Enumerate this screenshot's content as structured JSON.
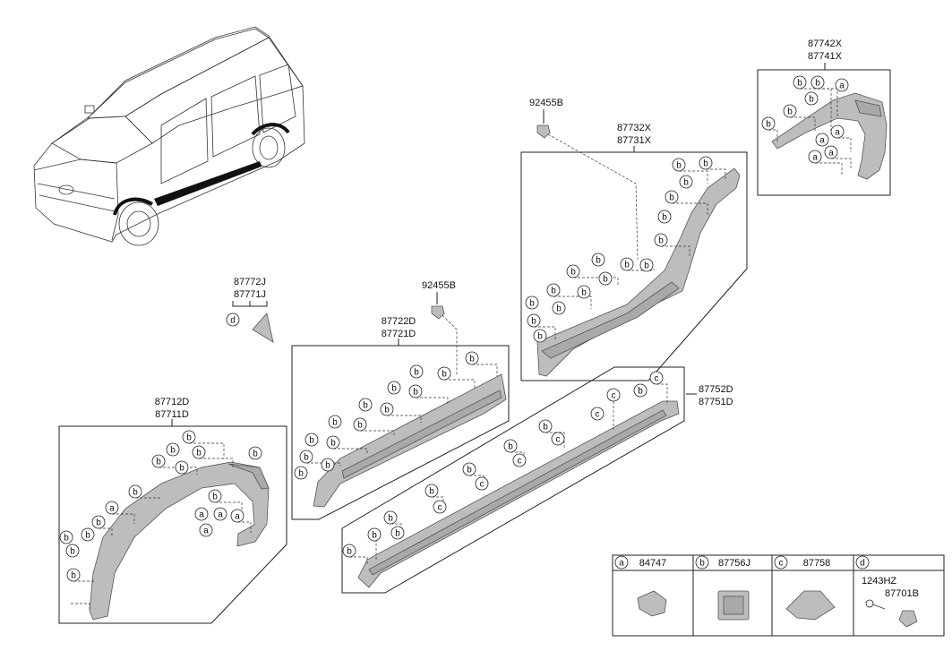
{
  "labels": {
    "fender_rear": [
      "87742X",
      "87741X"
    ],
    "clip_top": "92455B",
    "door_rear": [
      "87732X",
      "87731X"
    ],
    "garnish": [
      "87772J",
      "87771J"
    ],
    "clip_mid": "92455B",
    "door_front": [
      "87722D",
      "87721D"
    ],
    "fender_front": [
      "87712D",
      "87711D"
    ],
    "sill": [
      "87752D",
      "87751D"
    ]
  },
  "legend": [
    {
      "letter": "a",
      "part": "84747"
    },
    {
      "letter": "b",
      "part": "87756J"
    },
    {
      "letter": "c",
      "part": "87758"
    },
    {
      "letter": "d",
      "part": "1243HZ",
      "part2": "87701B"
    }
  ],
  "callouts": {
    "fender_rear": [
      "b",
      "b",
      "a",
      "b",
      "b",
      "b",
      "a",
      "a",
      "a",
      "a"
    ],
    "door_rear": [
      "b",
      "b",
      "b",
      "b",
      "b",
      "b",
      "b",
      "b",
      "b",
      "b",
      "b",
      "b",
      "b",
      "b",
      "b",
      "b",
      "b"
    ],
    "garnish": [
      "d"
    ],
    "door_front": [
      "b",
      "b",
      "b",
      "b",
      "b",
      "b",
      "b",
      "b",
      "b",
      "b",
      "b",
      "b",
      "b",
      "b",
      "b",
      "b"
    ],
    "fender_front": [
      "b",
      "b",
      "b",
      "b",
      "b",
      "b",
      "b",
      "b",
      "a",
      "a",
      "a",
      "a",
      "a",
      "b",
      "b",
      "b",
      "b",
      "b"
    ],
    "sill": [
      "c",
      "b",
      "c",
      "c",
      "b",
      "c",
      "b",
      "c",
      "b",
      "c",
      "b",
      "c",
      "b",
      "b",
      "b",
      "b",
      "c",
      "c",
      "b"
    ]
  }
}
